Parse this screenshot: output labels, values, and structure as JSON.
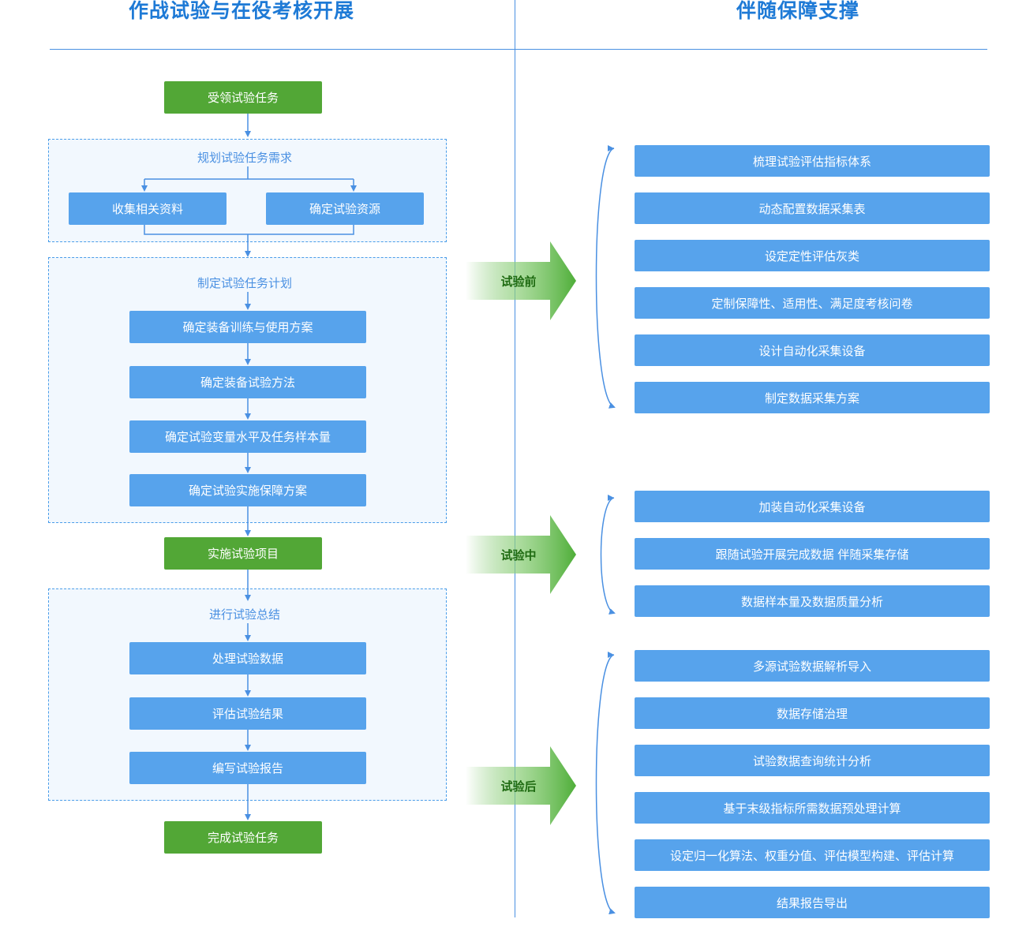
{
  "headers": {
    "left": "作战试验与在役考核开展",
    "right": "伴随保障支撑"
  },
  "flow": {
    "receive_task": "受领试验任务",
    "plan_requirements": {
      "title": "规划试验任务需求",
      "collect": "收集相关资料",
      "resources": "确定试验资源"
    },
    "make_plan": {
      "title": "制定试验任务计划",
      "steps": [
        "确定装备训练与使用方案",
        "确定装备试验方法",
        "确定试验变量水平及任务样本量",
        "确定试验实施保障方案"
      ]
    },
    "execute": "实施试验项目",
    "summary": {
      "title": "进行试验总结",
      "steps": [
        "处理试验数据",
        "评估试验结果",
        "编写试验报告"
      ]
    },
    "complete": "完成试验任务"
  },
  "stages": [
    {
      "label": "试验前"
    },
    {
      "label": "试验中"
    },
    {
      "label": "试验后"
    }
  ],
  "support": {
    "before": [
      "梳理试验评估指标体系",
      "动态配置数据采集表",
      "设定定性评估灰类",
      "定制保障性、适用性、满足度考核问卷",
      "设计自动化采集设备",
      "制定数据采集方案"
    ],
    "during": [
      "加装自动化采集设备",
      "跟随试验开展完成数据 伴随采集存储",
      "数据样本量及数据质量分析"
    ],
    "after": [
      "多源试验数据解析导入",
      "数据存储治理",
      "试验数据查询统计分析",
      "基于末级指标所需数据预处理计算",
      "设定归一化算法、权重分值、评估模型构建、评估计算",
      "结果报告导出"
    ]
  },
  "colors": {
    "accent_blue": "#57a3ec",
    "header_blue": "#1e7ad6",
    "green": "#52a736",
    "line": "#4a90e2"
  }
}
